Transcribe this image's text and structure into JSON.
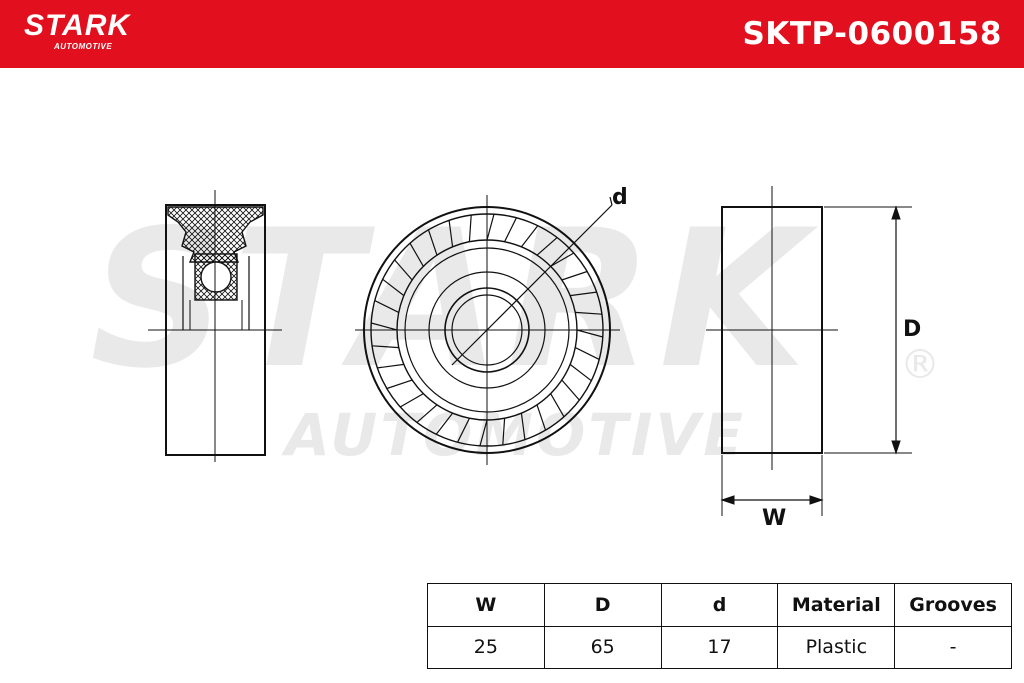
{
  "header": {
    "brand": "STARK",
    "brand_sub": "AUTOMOTIVE",
    "part_number": "SKTP-0600158",
    "color": "#e2101e"
  },
  "watermark": {
    "main": "STARK",
    "sub": "AUTOMOTIVE",
    "mark": "®"
  },
  "drawing": {
    "labels": {
      "inner_diameter": "d",
      "outer_diameter": "D",
      "width": "W"
    }
  },
  "specs": {
    "headers": [
      "W",
      "D",
      "d",
      "Material",
      "Grooves"
    ],
    "values": [
      "25",
      "65",
      "17",
      "Plastic",
      "-"
    ]
  }
}
